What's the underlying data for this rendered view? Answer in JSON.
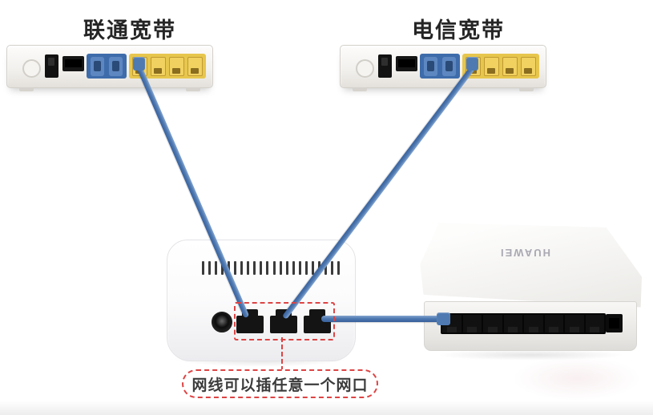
{
  "page": {
    "background": "#ffffff"
  },
  "modems": {
    "unicom": {
      "label": "联通宽带"
    },
    "telecom": {
      "label": "电信宽带"
    },
    "phone_port_count": 2,
    "lan_port_count": 4
  },
  "router": {
    "lan_port_count": 3,
    "vent_slat_count": 22
  },
  "switch": {
    "brand": "HUAWEI",
    "port_count": 8
  },
  "annotation": {
    "text": "网线可以插任意一个网口"
  },
  "cables": {
    "color": "#4e79b1",
    "connections": [
      {
        "from": "unicom-modem-lan-port-1",
        "to": "router-port-1"
      },
      {
        "from": "telecom-modem-lan-port-1",
        "to": "router-port-2"
      },
      {
        "from": "router-port-3",
        "to": "huawei-switch-port-1"
      }
    ]
  },
  "colors": {
    "annotation_red": "#dd4444",
    "cable_blue": "#4e79b1",
    "lan_panel_yellow": "#e7c64d",
    "phone_panel_blue": "#3e6cab"
  }
}
